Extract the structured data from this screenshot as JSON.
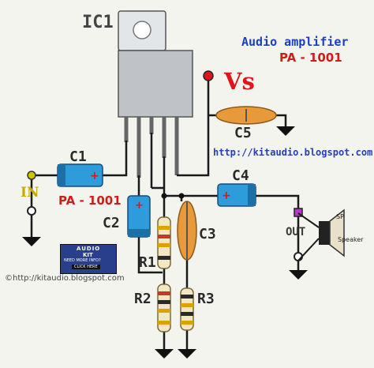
{
  "title": "Audio amplifier",
  "model": "PA - 1001",
  "supply_label": "Vs",
  "url_top": "http://kitaudio.blogspot.com",
  "url_bottom": "©http://kitaudio.blogspot.com",
  "ic_label": "IC1",
  "input": {
    "label": "IN"
  },
  "output": {
    "label": "OUT",
    "speaker_tag": "SP",
    "speaker_caption": "Speaker"
  },
  "components": {
    "c1": "C1",
    "c1_model": "PA - 1001",
    "c2": "C2",
    "c3": "C3",
    "c4": "C4",
    "c5": "C5",
    "r1": "R1",
    "r2": "R2",
    "r3": "R3"
  },
  "badge": {
    "line1": "AUDIO",
    "line2": "KIT",
    "line3": "NEED MORE INFO?",
    "line4": "CLICK HERE"
  },
  "colors": {
    "wire": "#1a1a1a",
    "title_blue": "#1b3fc4",
    "accent_red": "#e0141c",
    "capacitor_blue": "#2e9bdb",
    "ceramic_orange": "#e89a3a",
    "resistor_body": "#f2e7c2",
    "ic_gray": "#bfc3c7"
  }
}
